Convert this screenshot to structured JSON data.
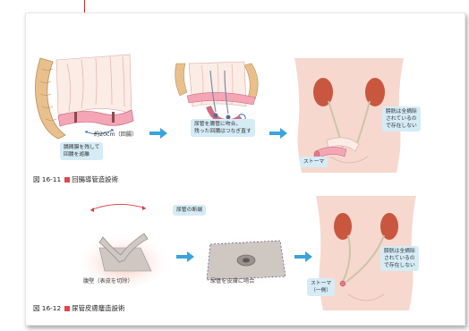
{
  "figure1": {
    "caption_num": "図 16-11",
    "caption_text": "回腸導管造設術",
    "label_length": "約20cm（回腸）",
    "bubble_mesentery_line1": "腸間膜を残して",
    "bubble_mesentery_line2": "回腸を遊離",
    "bubble_ureter_line1": "尿管を腸管に吻合，",
    "bubble_ureter_line2": "残った回腸はつなぎ直す",
    "bubble_bladder_line1": "膀胱は全摘除",
    "bubble_bladder_line2": "されているの",
    "bubble_bladder_line3": "で存在しない",
    "bubble_stoma": "ストーマ"
  },
  "figure2": {
    "caption_num": "図 16-12",
    "caption_text": "尿管皮膚瘻造設術",
    "bubble_ureter_cut": "尿管の断端",
    "bubble_abdominal_wall": "腹壁（表皮を切除）",
    "bubble_anastomosis": "尿管を皮膚に吻合",
    "bubble_bladder_line1": "膀胱は全摘除",
    "bubble_bladder_line2": "されているの",
    "bubble_bladder_line3": "で存在しない",
    "bubble_stoma_line1": "ストーマ",
    "bubble_stoma_line2": "（一側）"
  },
  "colors": {
    "accent_red": "#e2474f",
    "bubble_blue": "#d5ecf7",
    "arrow_blue": "#3aa3dc",
    "skin": "#f6d8cf",
    "kidney": "#c9573f"
  }
}
